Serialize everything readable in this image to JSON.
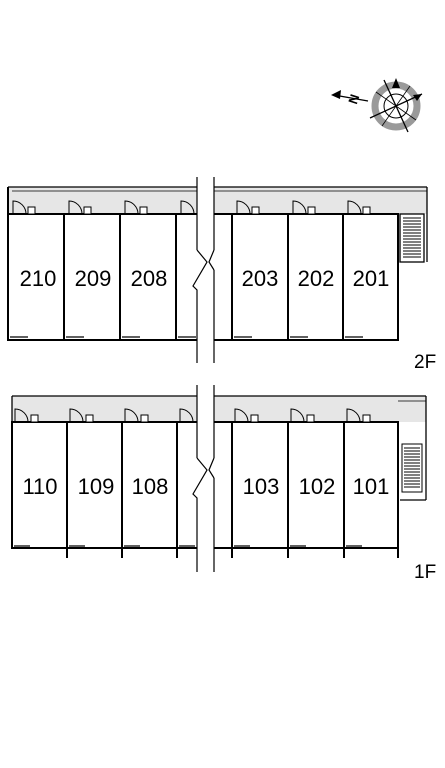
{
  "compass": {
    "letter": "N",
    "icon": "compass-rose-icon"
  },
  "floors": [
    {
      "label": "2F",
      "units": [
        {
          "number": "210"
        },
        {
          "number": "209"
        },
        {
          "number": "208"
        },
        {
          "number": ""
        },
        {
          "number": "203"
        },
        {
          "number": "202"
        },
        {
          "number": "201"
        }
      ]
    },
    {
      "label": "1F",
      "units": [
        {
          "number": "110"
        },
        {
          "number": "109"
        },
        {
          "number": "108"
        },
        {
          "number": ""
        },
        {
          "number": "103"
        },
        {
          "number": "102"
        },
        {
          "number": "101"
        }
      ]
    }
  ],
  "colors": {
    "line": "#000000",
    "corridor": "#e6e6e6",
    "compass_ring": "#9a9a9a"
  }
}
